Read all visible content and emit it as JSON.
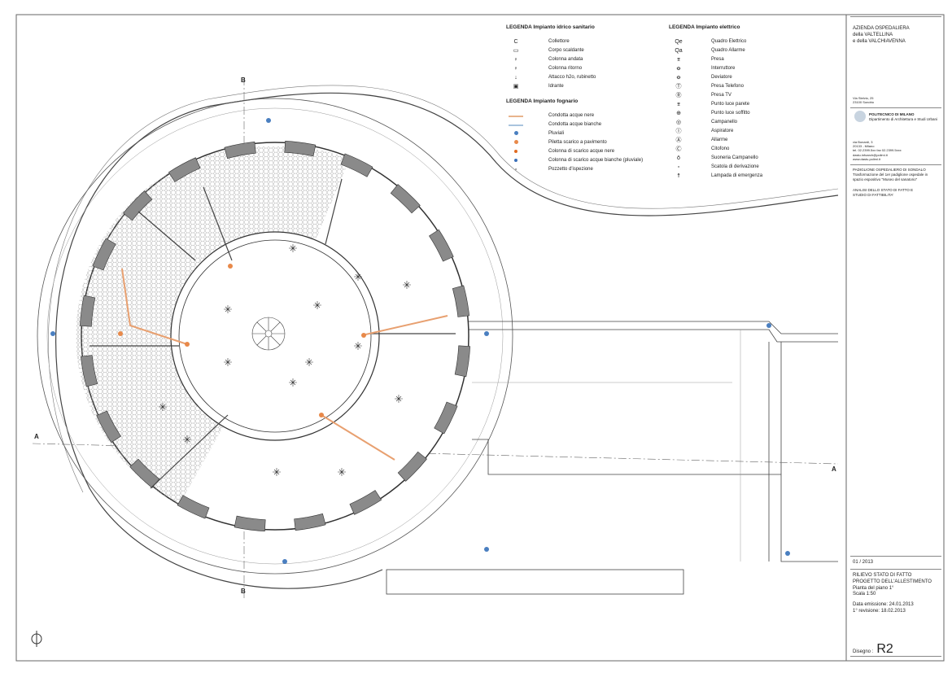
{
  "legend_idrico": {
    "title": "LEGENDA Impianto idrico sanitario",
    "items": [
      {
        "symbol": "C",
        "label": "Collettore"
      },
      {
        "symbol": "▭",
        "label": "Corpo scaldante"
      },
      {
        "symbol": "♀",
        "label": "Colonna andata"
      },
      {
        "symbol": "♀",
        "label": "Colonna ritorno"
      },
      {
        "symbol": "↓",
        "label": "Attacco h2o, rubinetto"
      },
      {
        "symbol": "▣",
        "label": "Idrante"
      }
    ]
  },
  "legend_fognario": {
    "title": "LEGENDA Impianto fognario",
    "items": [
      {
        "symbol": "line-orange",
        "label": "Condotta acque nere",
        "color": "#e8b48c"
      },
      {
        "symbol": "line-blue",
        "label": "Condotta acque bianche",
        "color": "#a9c4de"
      },
      {
        "symbol": "dot-blue",
        "label": "Pluviali",
        "color": "#4a7fc0"
      },
      {
        "symbol": "dot-orange",
        "label": "Piletta scarico a pavimento",
        "color": "#e8894a"
      },
      {
        "symbol": "dot-orange-small",
        "label": "Colonna di scarico acque nere",
        "color": "#e06a20"
      },
      {
        "symbol": "dot-blue-small",
        "label": "Colonna di scarico acque bianche (pluviale)",
        "color": "#3a6fb8"
      },
      {
        "symbol": "▫",
        "label": "Pozzetto d'ispezione"
      }
    ]
  },
  "legend_elettrico": {
    "title": "LEGENDA Impianto elettrico",
    "items": [
      {
        "symbol": "Qe",
        "label": "Quadro Elettrico"
      },
      {
        "symbol": "Qa",
        "label": "Quadro Allarme"
      },
      {
        "symbol": "⌆",
        "label": "Presa"
      },
      {
        "symbol": "ꝋ",
        "label": "Interruttore"
      },
      {
        "symbol": "ꝋ",
        "label": "Deviatore"
      },
      {
        "symbol": "Ⓣ",
        "label": "Presa Telefono"
      },
      {
        "symbol": "Ⓡ",
        "label": "Presa TV"
      },
      {
        "symbol": "⌆",
        "label": "Punto luce parete"
      },
      {
        "symbol": "⊕",
        "label": "Punto luce soffitto"
      },
      {
        "symbol": "◎",
        "label": "Campanello"
      },
      {
        "symbol": "Ⓘ",
        "label": "Aspiratore"
      },
      {
        "symbol": "Ⓐ",
        "label": "Allarme"
      },
      {
        "symbol": "Ⓒ",
        "label": "Citofono"
      },
      {
        "symbol": "ō",
        "label": "Suoneria Campanello"
      },
      {
        "symbol": "▫",
        "label": "Scatola di derivazione"
      },
      {
        "symbol": "☨",
        "label": "Lampada di emergenza"
      }
    ]
  },
  "title_block": {
    "client": [
      "AZIENDA OSPEDALIERA",
      "della VALTELLINA",
      "e della VALCHIAVENNA"
    ],
    "client_address": [
      "Via Stelvio, 25",
      "23100 Sondrio"
    ],
    "university": "POLITECNICO DI MILANO",
    "department": "Dipartimento di Architettura e Studi Urbani",
    "uni_address": [
      "via Bonardi, 3",
      "20133 - Milano",
      "tel. 02.2399.5xx   fax 02.2399.5xxx",
      "dastu.infoarch@polimi.it",
      "www.dastu.polimi.it"
    ],
    "project": [
      "PADIGLIONE OSPEDALIERO DI SONDALO",
      "Trasformazione del 1er padiglione ospedale in",
      "spazio espositivo \"Museo del sanatorio\""
    ],
    "subject": [
      "ANALISI DELLO STATO DI FATTO E",
      "STUDIO DI FATTIBILITA'"
    ],
    "number": "01 / 2013",
    "drawing_desc": [
      "RILIEVO STATO DI FATTO",
      "PROGETTO DELL'ALLESTIMENTO",
      "Pianta del piano 1°",
      "Scala 1:50"
    ],
    "dates": [
      "Data emissione: 24.01.2013",
      "1° revisione: 18.02.2013"
    ],
    "drawing_label": "Disegno :",
    "drawing_code": "R2"
  },
  "section_marks": {
    "a": "A",
    "b": "B"
  },
  "colors": {
    "wall": "#8a8a8a",
    "drain_black": "#e8a070",
    "drain_white": "#8fb0d8",
    "line": "#333333"
  }
}
